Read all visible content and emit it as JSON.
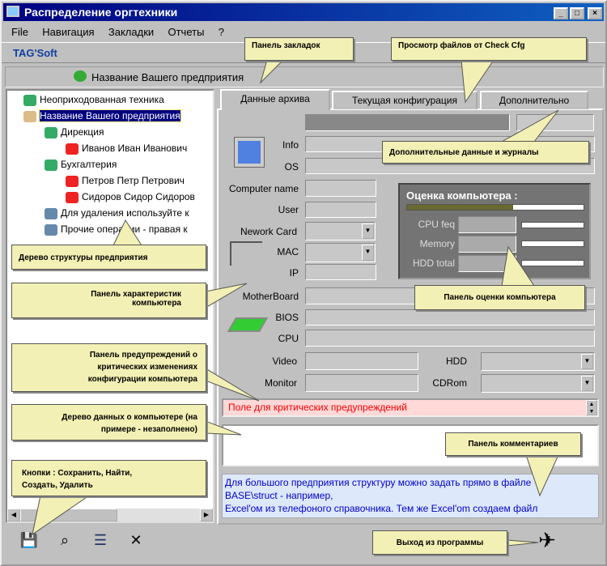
{
  "window": {
    "title": "Распределение оргтехники",
    "min": "_",
    "max": "□",
    "close": "×"
  },
  "menu": [
    "File",
    "Навигация",
    "Закладки",
    "Отчеты",
    "?"
  ],
  "brand": "TAG'Soft",
  "toolbar": {
    "company": "Название Вашего предприятия"
  },
  "tree": {
    "items": [
      "Неоприходованная техника",
      "Название Вашего предприятия",
      "Дирекция",
      "Иванов Иван Иванович",
      "Бухгалтерия",
      "Петров Петр Петрович",
      "Сидоров Сидор Сидоров",
      "Для удаления используйте к",
      "Прочие операции - правая к"
    ]
  },
  "tabs": [
    "Данные архива",
    "Текущая конфигурация",
    "Дополнительно"
  ],
  "labels": {
    "info": "Info",
    "os": "OS",
    "computer_name": "Computer name",
    "user": "User",
    "network_card": "Nework Card",
    "mac": "MAC",
    "ip": "IP",
    "motherboard": "MotherBoard",
    "bios": "BIOS",
    "cpu": "CPU",
    "video": "Video",
    "monitor": "Monitor",
    "hdd": "HDD",
    "cdrom": "CDRom"
  },
  "score": {
    "title": "Оценка компьютера  :",
    "overall": 0.6,
    "cpu": "CPU feq",
    "memory": "Memory",
    "hdd": "HDD total"
  },
  "warning": "Поле для критических предупреждений",
  "comment": [
    "Для большого предприятия структуру можно задать прямо в файле",
    "BASE\\struct - например,",
    "Excel'ом из телефоного справочника. Тем же Excel'om создаем файл"
  ],
  "callouts": {
    "bookmarks": "Панель закладок",
    "checkcfg": "Просмотр файлов от Check Cfg",
    "extra": "Дополнительные данные и журналы",
    "tree": "Дерево структуры предприятия",
    "chars": "Панель характеристик компьютера",
    "warn": "Панель предупреждений о критических изменениях конфигурации компьютера",
    "datatree": "Дерево данных о компьютере (на примере - незаполнено)",
    "buttons": "Кнопки : Сохранить, Найти, Создать, Удалить",
    "score": "Панель оценки компьютера",
    "comments": "Панель комментариев",
    "exit": "Выход из программы"
  },
  "colors": {
    "title": "#000080",
    "warning_bg": "#ffd8d8",
    "warning_text": "#ff0000",
    "comment_bg": "#dde8fa",
    "comment_text": "#0000cc",
    "callout": "#f2f0b4"
  }
}
